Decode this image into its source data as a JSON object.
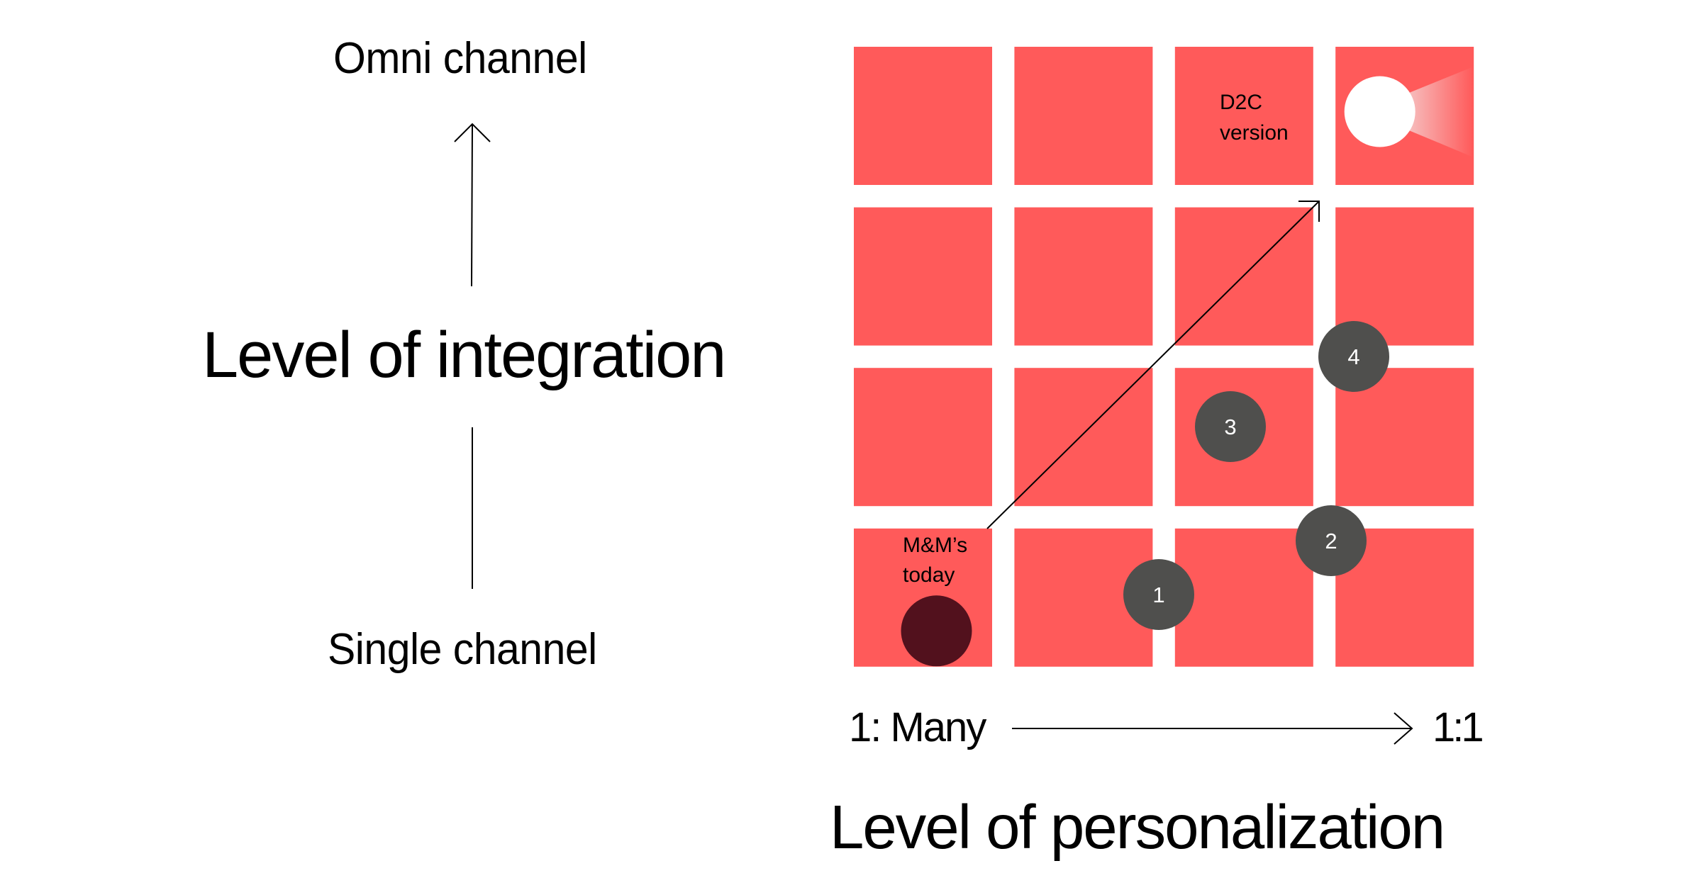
{
  "y_axis": {
    "top_label": "Omni channel",
    "title": "Level of integration",
    "bottom_label": "Single channel"
  },
  "x_axis": {
    "left_label": "1: Many",
    "right_label": "1:1",
    "title": "Level of personalization"
  },
  "grid": {
    "rows": 4,
    "cols": 4,
    "cell_color": "#ff5a5a"
  },
  "markers": {
    "current": {
      "label_lines": [
        "M&M’s",
        "today"
      ],
      "col": 1,
      "row": 1,
      "color": "#52111d"
    },
    "target": {
      "label_lines": [
        "D2C",
        "version"
      ],
      "col": 4,
      "row": 4,
      "color": "#ffffff",
      "label_col": 3
    },
    "steps": [
      {
        "label": "1",
        "col": 2.5,
        "row": 1.6
      },
      {
        "label": "2",
        "col": 3.55,
        "row": 1.95
      },
      {
        "label": "3",
        "col": 3.3,
        "row": 2.55
      },
      {
        "label": "4",
        "col": 3.9,
        "row": 3.0
      }
    ],
    "step_color": "#4f4f4d",
    "step_text_color": "#ffffff"
  },
  "trajectory": {
    "from": "bottom-left",
    "to": "top-right"
  }
}
